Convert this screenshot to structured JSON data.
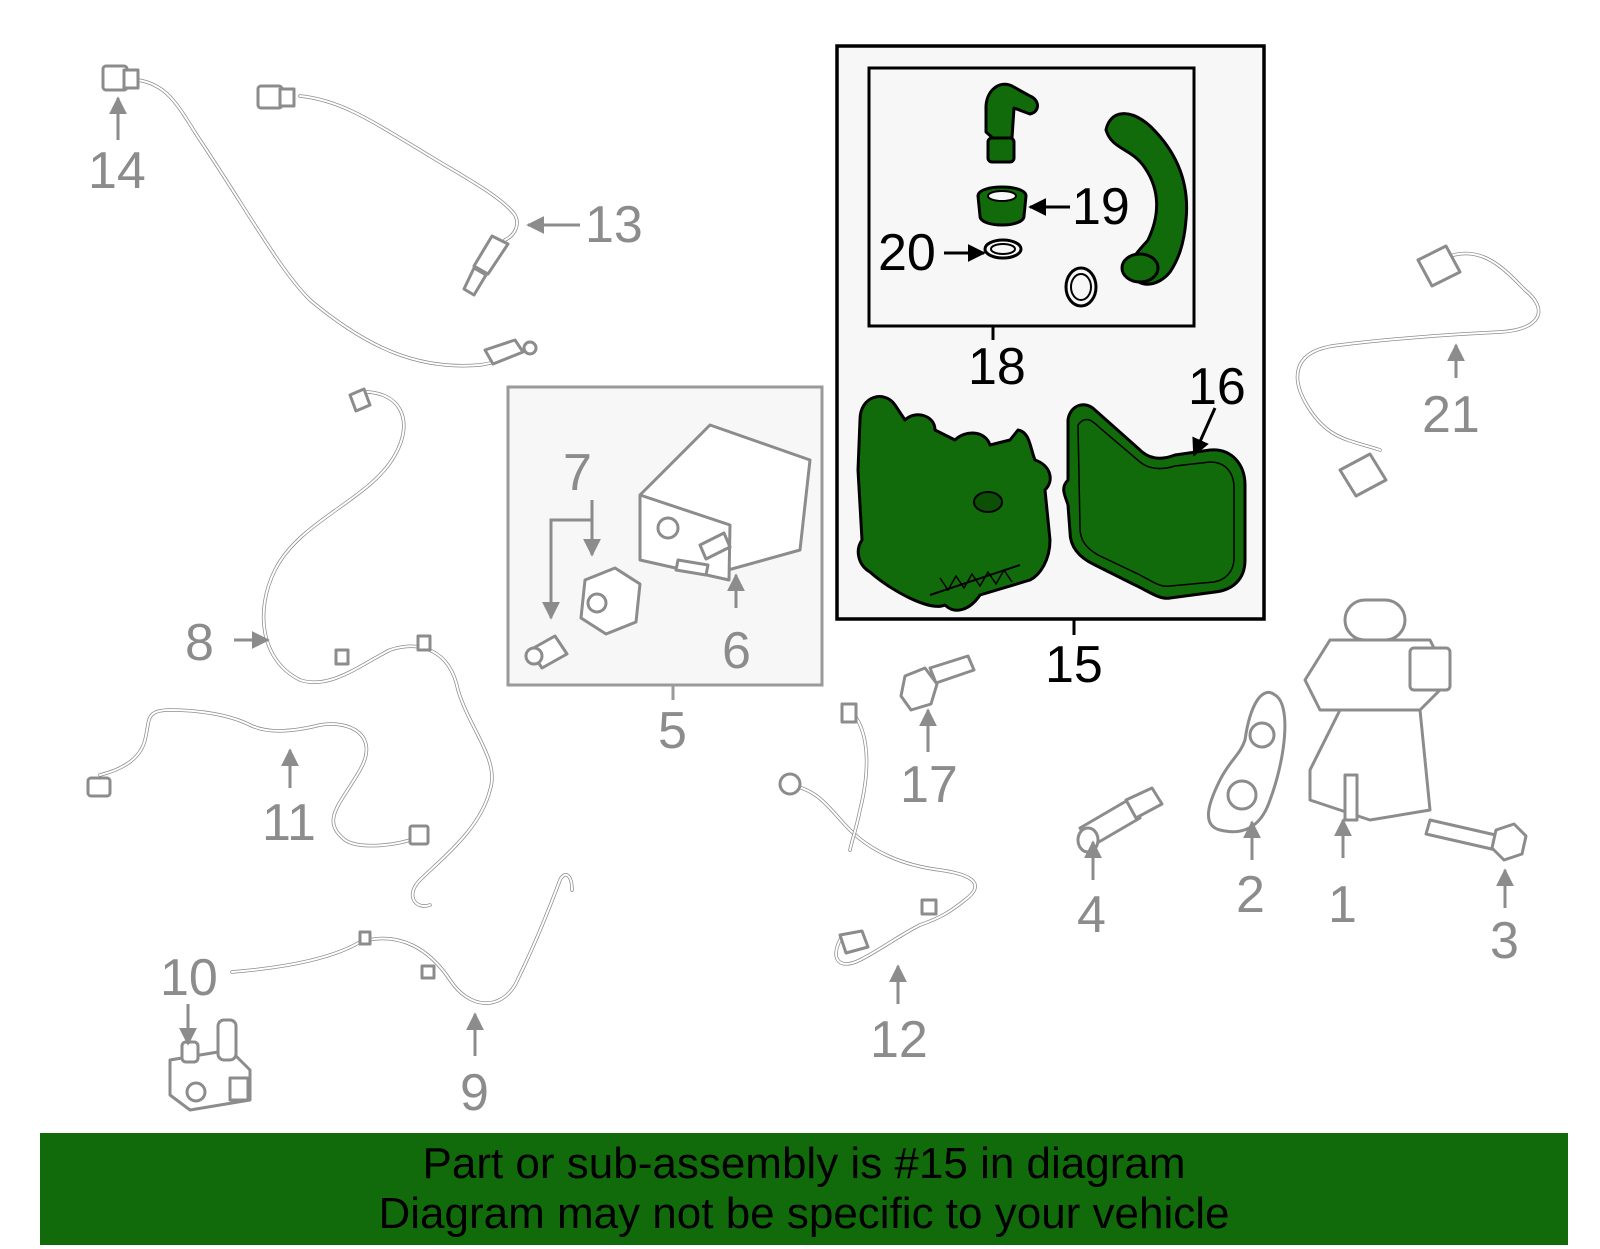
{
  "callouts": {
    "c1": "1",
    "c2": "2",
    "c3": "3",
    "c4": "4",
    "c5": "5",
    "c6": "6",
    "c7": "7",
    "c8": "8",
    "c9": "9",
    "c10": "10",
    "c11": "11",
    "c12": "12",
    "c13": "13",
    "c14": "14",
    "c15": "15",
    "c16": "16",
    "c17": "17",
    "c18": "18",
    "c19": "19",
    "c20": "20",
    "c21": "21"
  },
  "banner": {
    "line1": "Part or sub-assembly is #15 in diagram",
    "line2": "Diagram may not be specific to your vehicle"
  },
  "colors": {
    "highlight": "#126b0a",
    "muted": "#8c8c8c",
    "outline": "#000000"
  }
}
